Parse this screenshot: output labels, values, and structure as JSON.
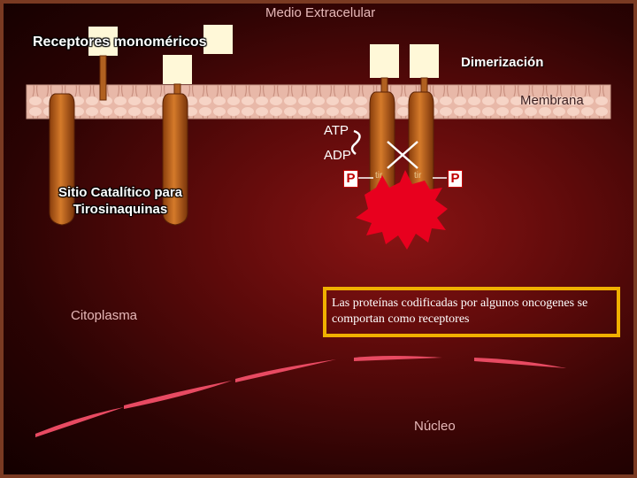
{
  "labels": {
    "extracellular": "Medio Extracelular",
    "monomeric": "Receptores monoméricos",
    "dimerization": "Dimerización",
    "membrane": "Membrana",
    "atp": "ATP",
    "adp": "ADP",
    "catalytic_site": "Sitio Catalítico para Tirosinaquinas",
    "cytoplasm": "Citoplasma",
    "nucleus": "Núcleo",
    "phosphate": "P",
    "tyr_left": "tir",
    "tyr_right": "tir"
  },
  "callout": {
    "text": "Las proteínas codificadas por algunos oncogenes se comportan como receptores"
  },
  "colors": {
    "background": "#5c0a0a",
    "receptor": "#b85a18",
    "ligand": "#fff8d8",
    "activation_burst": "#e8001e",
    "callout_border": "#f0b000",
    "phosphate": "#c00000"
  }
}
